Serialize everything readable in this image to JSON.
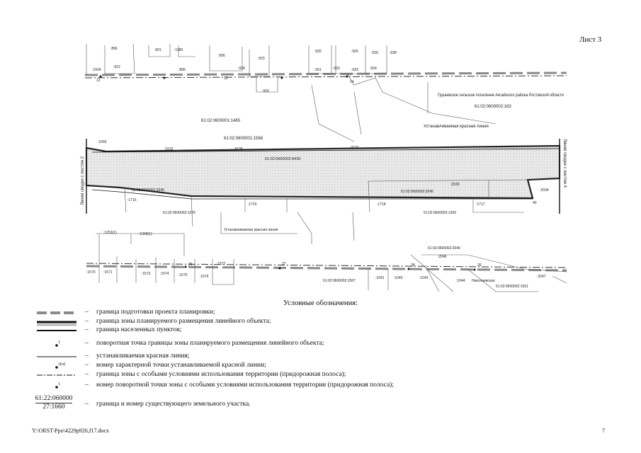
{
  "sheet_label": "Лист 3",
  "page_number": "7",
  "footer_path": "Y:\\ORST\\Ppo\\4229p926,f17.docx",
  "map": {
    "settlement_title": "Грушевское сельское поселение Аксайского района Ростовской области",
    "settlement_cad": "61:02:0600002:163",
    "redline_caption_top": "Устанавливаемая красная линия",
    "redline_caption_bottom": "Устанавливаемая красная линия",
    "match_left": "Линия сводки с листом 2",
    "match_right": "Линия сводки с листом 4",
    "center_parcel": "61:02:0600002:8430",
    "parcel_top_a": "61:02:0600001:1465",
    "parcel_top_b": "61:02:0600001:1568",
    "parcel_mid_a": "61:02:0600002:2045",
    "parcel_mid_b": "61:02:0600002:2045",
    "parcel_bottom_a": "61:02:0600002:1376",
    "parcel_bottom_b": "61:02:0600002:1369",
    "parcel_lower_a": "61:02:0600002:1567",
    "parcel_lower_b": "61:02:0600002:2046",
    "parcel_lower_c": "61:02:0600002:1551",
    "labels_top_row": [
      ":896",
      ":901",
      ":1189",
      ":906",
      ":915",
      ":935",
      ":926",
      ":939",
      ":938"
    ],
    "labels_top_row2": [
      ":1924",
      ":922",
      ":895",
      ":928",
      ":931",
      ":932",
      ":933",
      ":934",
      ":930"
    ],
    "labels_strip": [
      ":1065",
      ":3132",
      ":4136",
      ":3132",
      ":2030",
      ":2034"
    ],
    "labels_lower": [
      ":1716",
      ":1715",
      ":1718",
      ":1717"
    ],
    "labels_bottom": [
      ":1253(1)",
      ":1358(1)",
      ":1570",
      ":1571",
      ":1573",
      ":1574",
      ":1575",
      ":1576",
      ":1577",
      ":1041",
      ":1042",
      ":1043",
      ":1044",
      ":2047",
      ":2046"
    ],
    "point_numbers": [
      "12",
      "13",
      "14",
      "26",
      "37",
      "38",
      "39",
      "40"
    ],
    "street_label": "Николаевская"
  },
  "legend": {
    "title": "Условные обозначения:",
    "items": [
      {
        "text": "граница подготовки проекта планировки;"
      },
      {
        "text": "граница зоны планируемого размещения линейного объекта;"
      },
      {
        "text": "граница населенных пунктов;"
      },
      {
        "text": "поворотная точка границы зоны планируемого размещения линейного объекта;"
      },
      {
        "text": "устанавливаемая красная линия;"
      },
      {
        "text": "номер характерной точки устанавливаемой красной линии;"
      },
      {
        "text": "граница зоны с особыми условиями использования территории (придорожная полоса);"
      },
      {
        "text": "номер поворотной точки  зоны с особыми условиями использования территории (придорожная полоса);"
      },
      {
        "text": "граница и номер существующего земельного участка."
      }
    ],
    "parcel_top": "61:22:060000",
    "parcel_bottom": "27:1660",
    "dash": "–",
    "point_sup_1": "1",
    "point_sup_1n": "1(п)"
  },
  "colors": {
    "ink": "#111111",
    "hatch": "#bdbdbd",
    "dash_grey": "#8a8a8a"
  }
}
